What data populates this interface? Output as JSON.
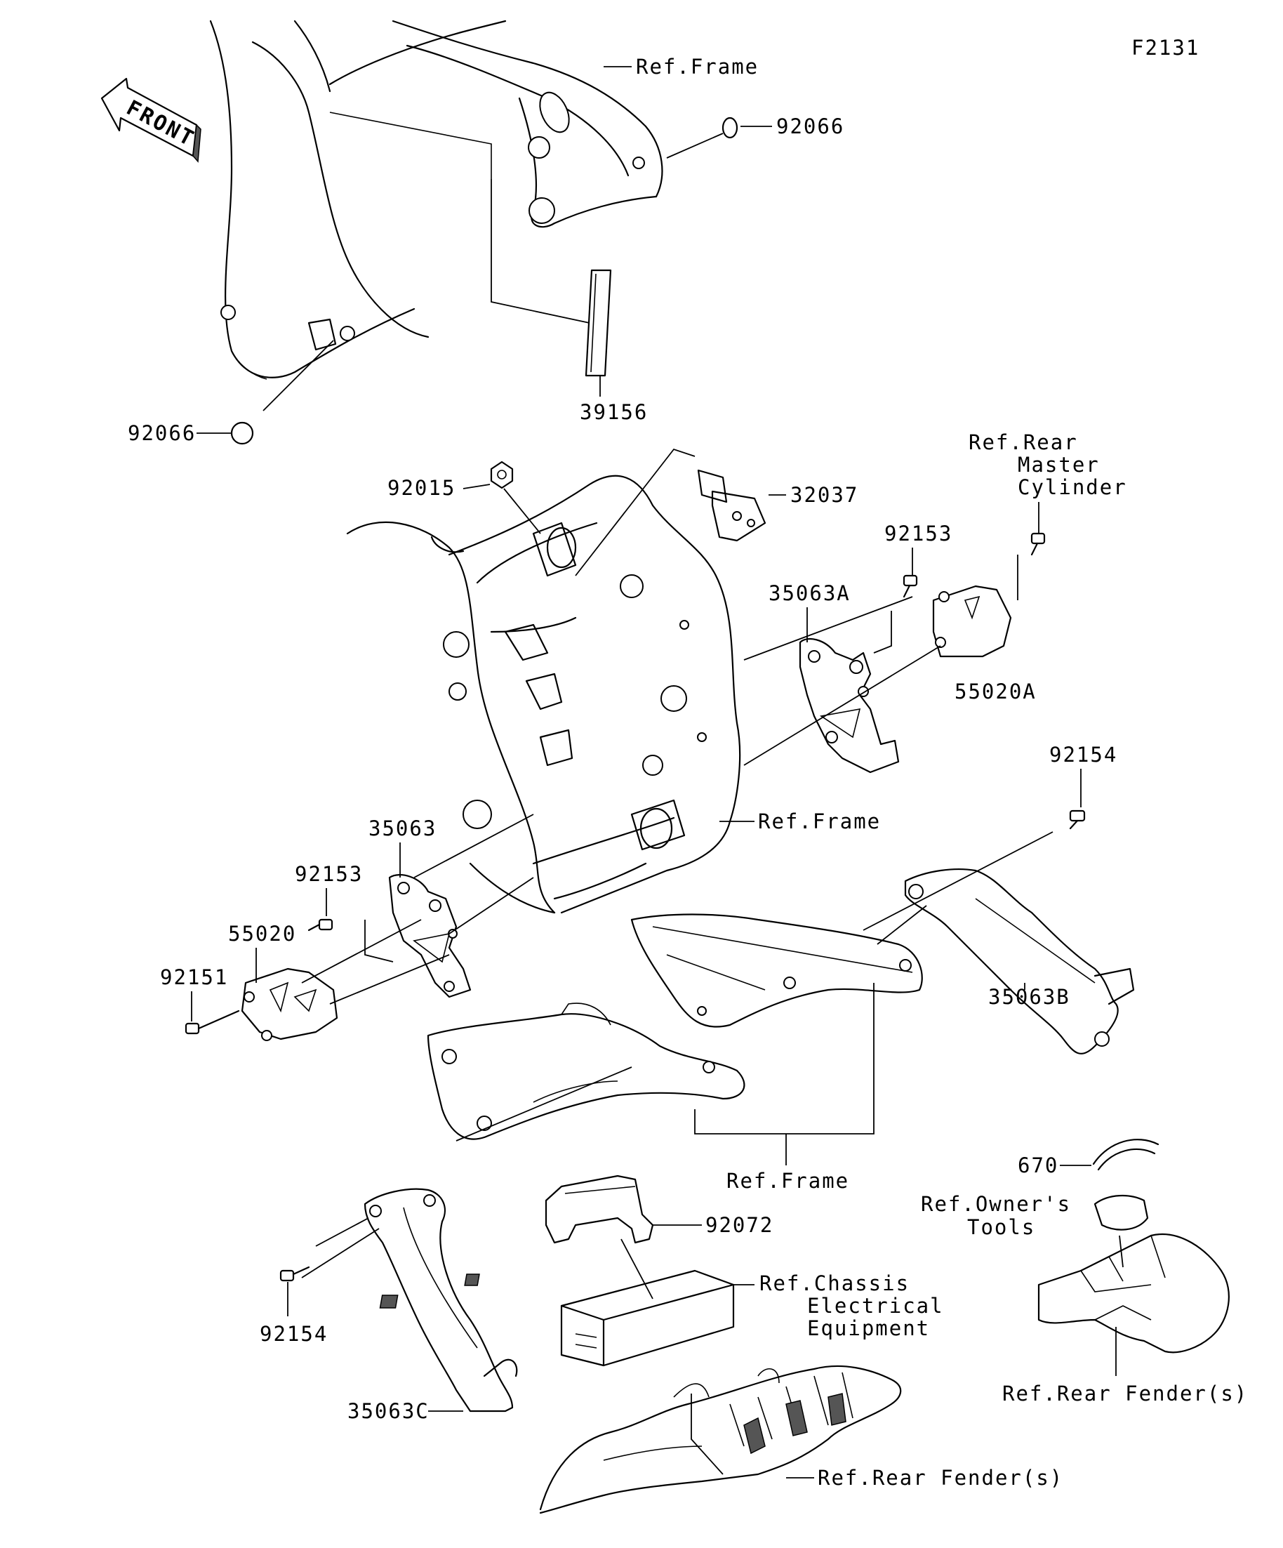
{
  "diagram_id": "F2131",
  "front_marker": "FRONT",
  "labels": {
    "ref_frame_top": "Ref.Frame",
    "p92066_top": "92066",
    "p92066_left": "92066",
    "p39156": "39156",
    "p92015": "92015",
    "p32037": "32037",
    "ref_rear_master_cylinder": [
      "Ref.Rear",
      "Master",
      "Cylinder"
    ],
    "p92153_right": "92153",
    "p35063A": "35063A",
    "p55020A": "55020A",
    "p92154_right": "92154",
    "ref_frame_mid": "Ref.Frame",
    "p35063": "35063",
    "p92153_left": "92153",
    "p55020": "55020",
    "p92151": "92151",
    "p35063B": "35063B",
    "ref_frame_bottom": "Ref.Frame",
    "p670": "670",
    "ref_owners_tools": [
      "Ref.Owner's",
      "Tools"
    ],
    "p92072": "92072",
    "ref_chassis_electrical": [
      "Ref.Chassis",
      "Electrical",
      "Equipment"
    ],
    "p92154_left": "92154",
    "ref_rear_fender_right": "Ref.Rear Fender(s)",
    "p35063C": "35063C",
    "ref_rear_fender_bottom": "Ref.Rear Fender(s)"
  }
}
